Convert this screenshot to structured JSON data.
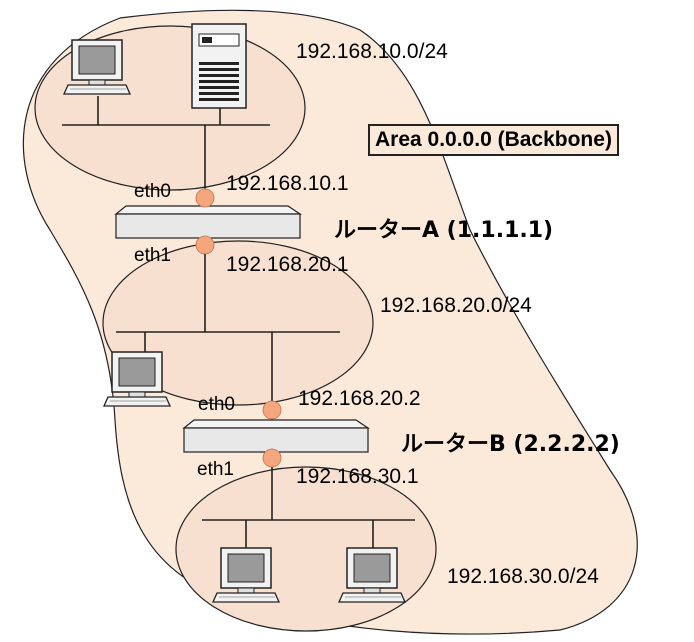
{
  "area": {
    "label": "Area 0.0.0.0 (Backbone)",
    "fill_color": "#fbe9da"
  },
  "networks": {
    "net10": "192.168.10.0/24",
    "net20": "192.168.20.0/24",
    "net30": "192.168.30.0/24"
  },
  "routers": {
    "a": {
      "label": "ルーターA (1.1.1.1)",
      "eth0_label": "eth0",
      "eth0_ip": "192.168.10.1",
      "eth1_label": "eth1",
      "eth1_ip": "192.168.20.1"
    },
    "b": {
      "label": "ルーターB (2.2.2.2)",
      "eth0_label": "eth0",
      "eth0_ip": "192.168.20.2",
      "eth1_label": "eth1",
      "eth1_ip": "192.168.30.1"
    }
  },
  "colors": {
    "interface_dot": "#f4a77c",
    "router_box": "#e8e8e8",
    "subnet_ellipse": "#f7e0cf"
  }
}
